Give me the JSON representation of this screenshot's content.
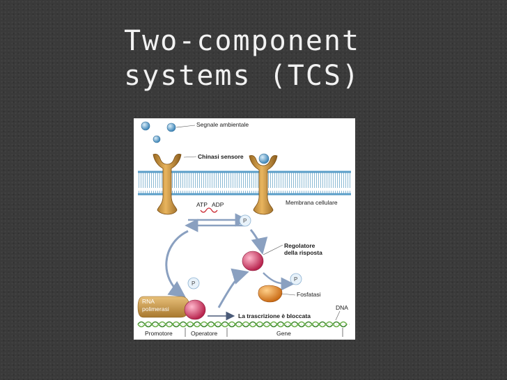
{
  "slide": {
    "title_line1": "Two-component",
    "title_line2": "systems (TCS)"
  },
  "diagram": {
    "labels": {
      "signal": "Segnale ambientale",
      "sensor_kinase": "Chinasi sensore",
      "atp": "ATP",
      "adp": "ADP",
      "membrane": "Membrana cellulare",
      "regulator_line1": "Regolatore",
      "regulator_line2": "della risposta",
      "phosphatase": "Fosfatasi",
      "rna_pol_line1": "RNA",
      "rna_pol_line2": "polimerasi",
      "transcription_blocked": "La trascrizione è bloccata",
      "dna": "DNA",
      "promoter": "Promotore",
      "operator": "Operatore",
      "gene": "Gene",
      "phosphate": "P"
    },
    "colors": {
      "kinase": "#c8923a",
      "membrane": "#6aa8c8",
      "regulator": "#d0456a",
      "phosphatase": "#e08a2a",
      "rna_polymerase": "#c89a46",
      "signal_molecule": "#5a9ec8",
      "dna_strand": "#4a9a3a",
      "arrow": "#8aa0c0"
    }
  }
}
